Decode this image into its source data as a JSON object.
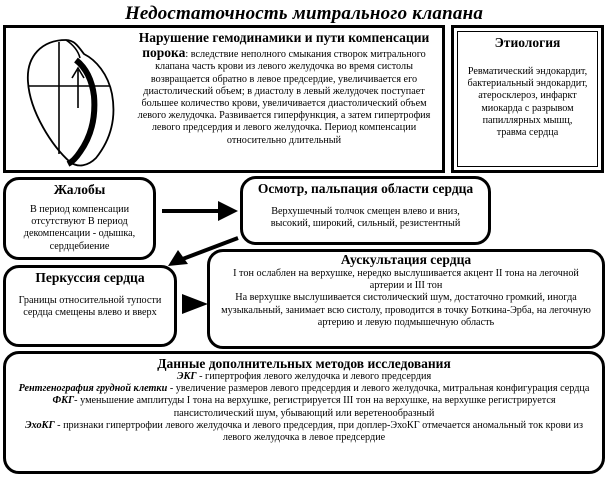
{
  "title": "Недостаточность митрального клапана",
  "hemodynamics": {
    "heading": "Нарушение гемодинамики и пути компенсации порока",
    "body": ": вследствие неполного смыкания створок митрального клапана часть крови из левого желудочка во время систолы возвращается обратно в левое предсердие, увеличивается его диастолический объем; в диастолу в левый желудочек поступает большее количество крови, увеличивается диастолический объем левого желудочка. Развивается гиперфункция, а затем гипертрофия левого предсердия и левого желудочка. Период компенсации относительно длительный"
  },
  "etiology": {
    "heading": "Этиология",
    "lines": [
      "Ревматический эндокардит,",
      "бактериальный эндокардит,",
      "атеросклероз, инфаркт миокарда с разрывом папиллярных мышц,",
      "травма сердца"
    ]
  },
  "complaints": {
    "heading": "Жалобы",
    "body": "В период компенсации отсутствуют В период декомпенсации - одышка, сердцебиение"
  },
  "palpation": {
    "heading": "Осмотр, пальпация области сердца",
    "body": "Верхушечный толчок смещен влево и вниз, высокий, широкий, сильный, резистентный"
  },
  "percussion": {
    "heading": "Перкуссия сердца",
    "body": "Границы относительной тупости сердца смещены влево и вверх"
  },
  "auscultation": {
    "heading": "Аускультация сердца",
    "body1": "I тон ослаблен на верхушке, нередко выслушивается акцент II тона на легочной артерии и III тон",
    "body2": "На верхушке выслушивается систолический шум, достаточно громкий, иногда музыкальный, занимает всю систолу, проводится в точку Боткина-Эрба, на легочную артерию и левую подмышечную область"
  },
  "additional": {
    "heading": "Данные дополнительных методов исследования",
    "items": [
      {
        "label": "ЭКГ",
        "text": " - гипертрофия левого желудочка и левого предсердия"
      },
      {
        "label": "Рентгенография грудной клетки",
        "text": " - увеличение размеров левого предсердия и левого желудочка, митральная конфигурация сердца"
      },
      {
        "label": "ФКГ",
        "text": "- уменьшение амплитуды I тона на верхушке, регистрируется III тон на верхушке, на верхушке регистрируется пансистолический шум, убывающий или веретенообразный"
      },
      {
        "label": "ЭхоКГ",
        "text": " - признаки гипертрофии левого желудочка и левого предсердия, при доплер-ЭхоКГ отмечается аномальный ток крови из левого желудочка в левое предсердие"
      }
    ]
  }
}
